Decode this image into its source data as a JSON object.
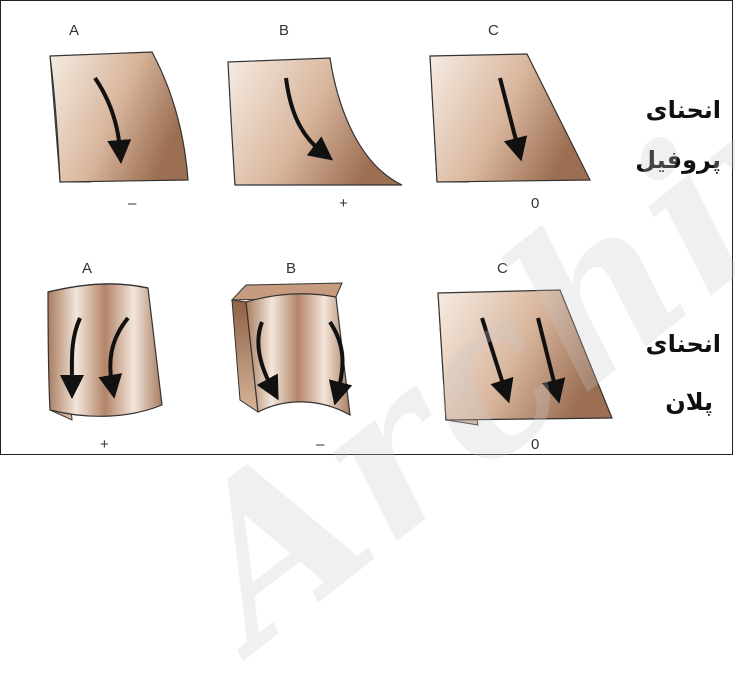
{
  "watermark_text": "Archive of",
  "rows": [
    {
      "label_line1": "انحنای",
      "label_line2": "پروفیل",
      "panels": [
        {
          "letter": "A",
          "sign": "–"
        },
        {
          "letter": "B",
          "sign": "+"
        },
        {
          "letter": "C",
          "sign": "0"
        }
      ]
    },
    {
      "label_line1": "انحنای",
      "label_line2": "پلان",
      "panels": [
        {
          "letter": "A",
          "sign": "+"
        },
        {
          "letter": "B",
          "sign": "–"
        },
        {
          "letter": "C",
          "sign": "0"
        }
      ]
    }
  ],
  "colors": {
    "surface_light": "#f2e4d8",
    "surface_dark": "#a07458",
    "side_face": "#b8896c",
    "arrow": "#111111",
    "outline": "#333333"
  }
}
